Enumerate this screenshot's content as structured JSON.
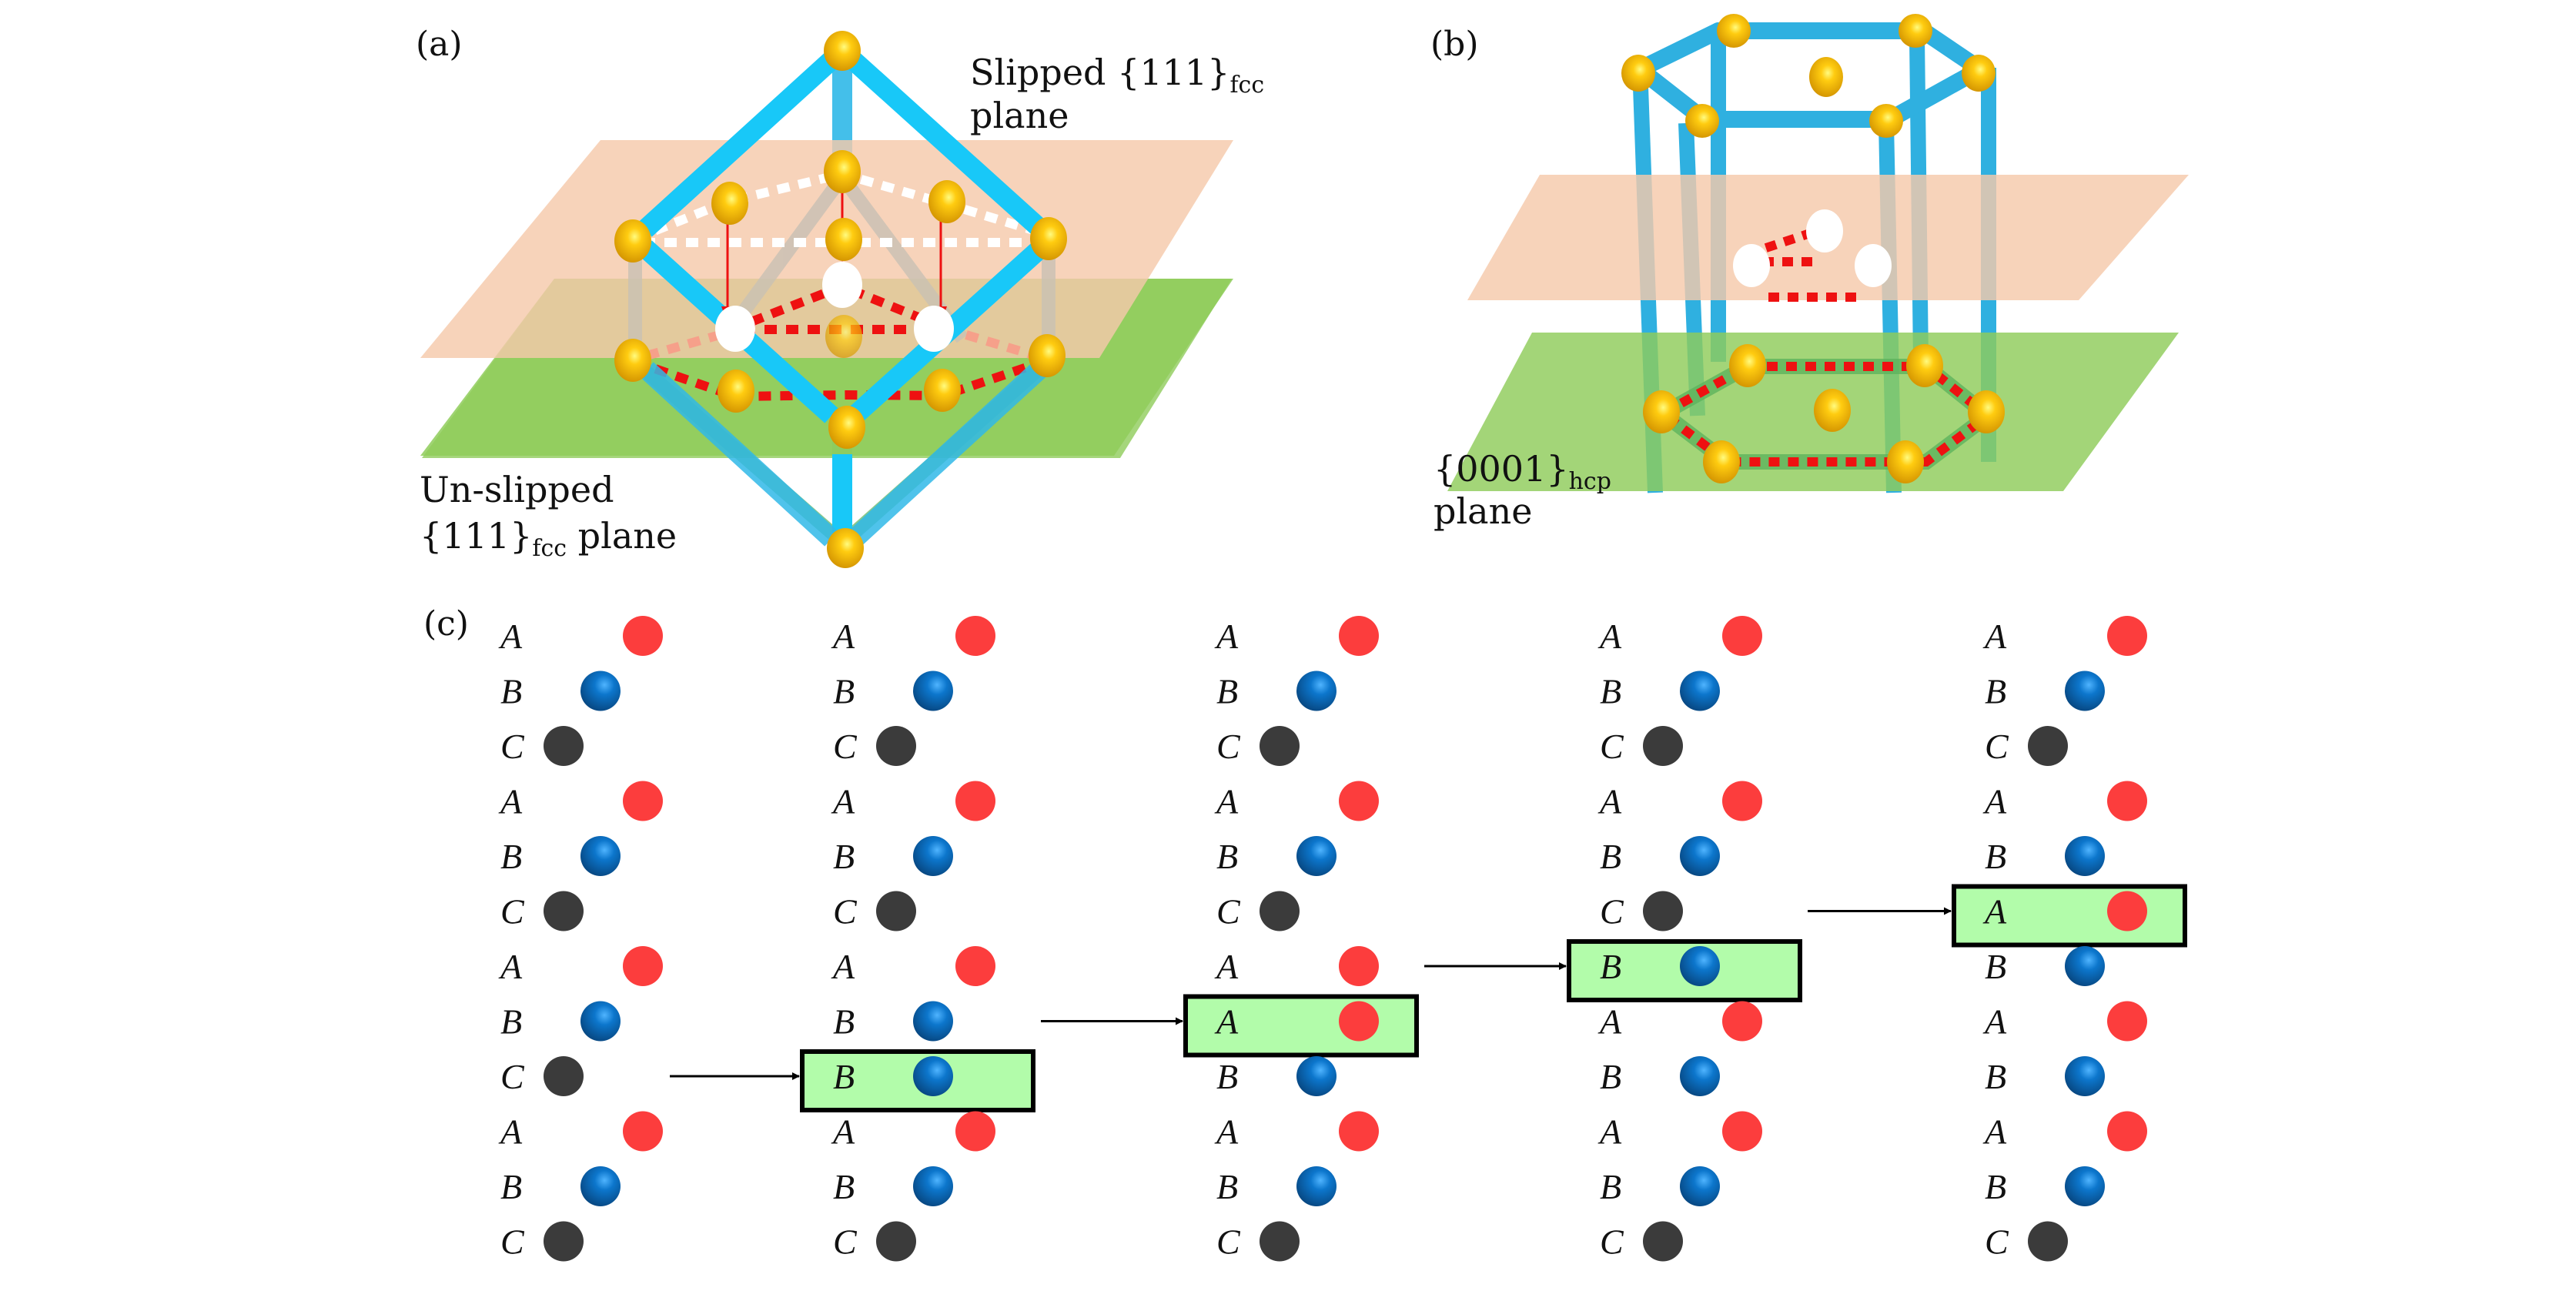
{
  "figure": {
    "panels": {
      "a": {
        "label": "(a)",
        "slipped_plane_label": {
          "line1": "Slipped {111}",
          "sub": "fcc",
          "line2": "plane"
        },
        "unslipped_plane_label": {
          "line1": "Un-slipped",
          "line2_pre": "{111}",
          "sub": "fcc",
          "line2_post": " plane"
        }
      },
      "b": {
        "label": "(b)",
        "plane_label": {
          "line1": "{0001}",
          "sub": "hcp",
          "line2": "plane"
        }
      },
      "c": {
        "label": "(c)",
        "columns": [
          {
            "sequence": [
              "A",
              "B",
              "C",
              "A",
              "B",
              "C",
              "A",
              "B",
              "C",
              "A",
              "B",
              "C"
            ],
            "highlight_row": null
          },
          {
            "sequence": [
              "A",
              "B",
              "C",
              "A",
              "B",
              "C",
              "A",
              "B",
              "B",
              "A",
              "B",
              "C"
            ],
            "highlight_row": 8
          },
          {
            "sequence": [
              "A",
              "B",
              "C",
              "A",
              "B",
              "C",
              "A",
              "A",
              "B",
              "A",
              "B",
              "C"
            ],
            "highlight_row": 7
          },
          {
            "sequence": [
              "A",
              "B",
              "C",
              "A",
              "B",
              "C",
              "B",
              "A",
              "B",
              "A",
              "B",
              "C"
            ],
            "highlight_row": 6
          },
          {
            "sequence": [
              "A",
              "B",
              "C",
              "A",
              "B",
              "A",
              "B",
              "A",
              "B",
              "A",
              "B",
              "C"
            ],
            "highlight_row": 5
          }
        ],
        "arrow_count": 4
      }
    },
    "colors": {
      "atom_gold": "#f2b400",
      "bond_cyan": "#18c8f8",
      "plane_slipped": "#f5c9ab",
      "plane_unslipped": "#8fcc5a",
      "dash_red": "#ee1111",
      "layer_A": "#fc3d3d",
      "layer_B": "#0a6ec0",
      "layer_C": "#3b3b3b",
      "highlight_fill": "#b2fcaa"
    }
  }
}
